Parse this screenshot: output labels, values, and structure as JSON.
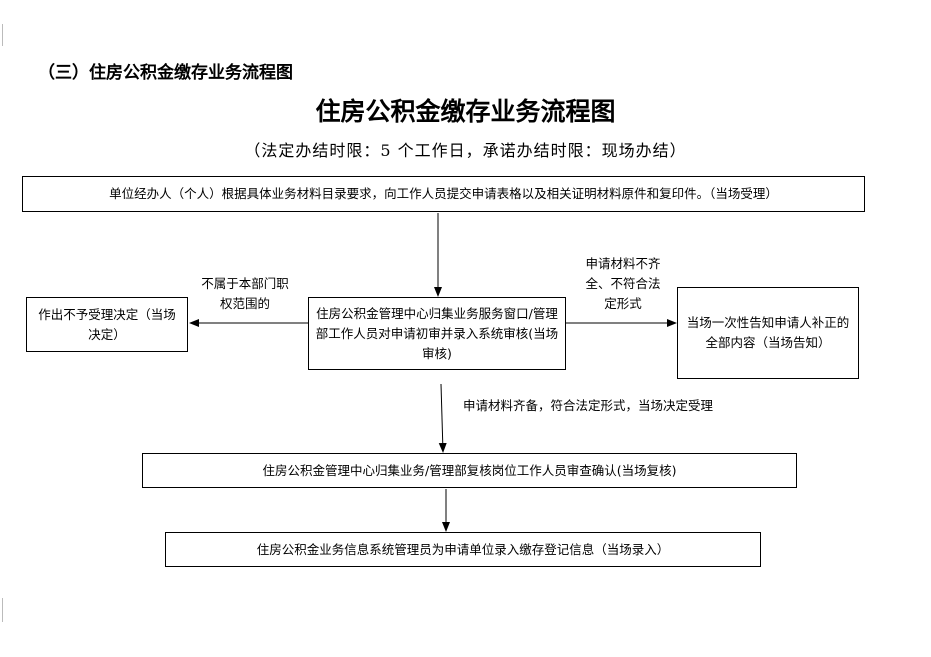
{
  "section_title": "（三）住房公积金缴存业务流程图",
  "title": "住房公积金缴存业务流程图",
  "subtitle": "（法定办结时限：5 个工作日，承诺办结时限：现场办结）",
  "boxes": {
    "submit": "单位经办人（个人）根据具体业务材料目录要求，向工作人员提交申请表格以及相关证明材料原件和复印件。（当场受理）",
    "review": "住房公积金管理中心归集业务服务窗口/管理部工作人员对申请初审并录入系统审核(当场审核)",
    "reject": "作出不予受理决定（当场决定）",
    "notify": "当场一次性告知申请人补正的全部内容（当场告知）",
    "recheck": "住房公积金管理中心归集业务/管理部复核岗位工作人员审查确认(当场复核)",
    "record": "住房公积金业务信息系统管理员为申请单位录入缴存登记信息（当场录入）"
  },
  "labels": {
    "not_scope": "不属于本部门职权范围的",
    "incomplete": "申请材料不齐全、不符合法定形式",
    "complete": "申请材料齐备，符合法定形式，当场决定受理"
  }
}
